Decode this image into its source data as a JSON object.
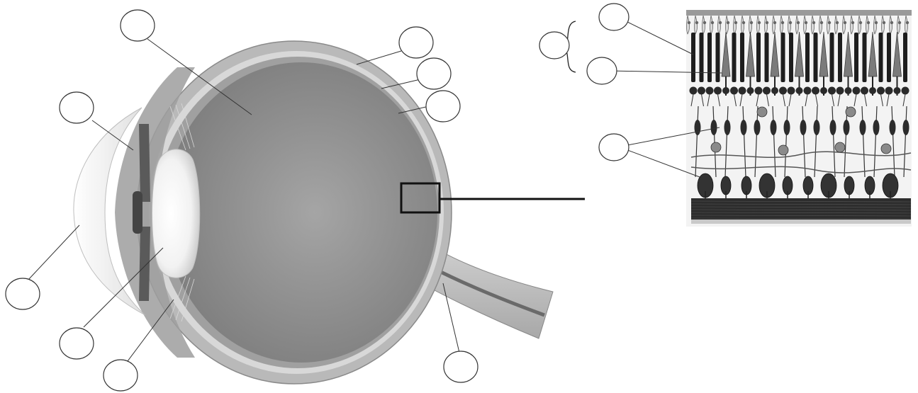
{
  "diagram": {
    "type": "eye-anatomy-worksheet",
    "colors": {
      "background": "#ffffff",
      "sclera": "#b5b5b5",
      "vitreous": "#8f8f8f",
      "lens": "#f6f6f6",
      "nerve": "#c9c9c9",
      "retina_bg": "#eeeeee",
      "ink": "#222222"
    },
    "labels": [
      {
        "id": "vitreous",
        "answer": ""
      },
      {
        "id": "cornea",
        "answer": ""
      },
      {
        "id": "iris",
        "answer": ""
      },
      {
        "id": "lens",
        "answer": ""
      },
      {
        "id": "ciliary",
        "answer": ""
      },
      {
        "id": "sclera",
        "answer": ""
      },
      {
        "id": "choroid",
        "answer": ""
      },
      {
        "id": "retina",
        "answer": ""
      },
      {
        "id": "optic-nerve",
        "answer": ""
      },
      {
        "id": "rods",
        "answer": ""
      },
      {
        "id": "cones",
        "answer": ""
      },
      {
        "id": "photoreceptor-layer",
        "answer": ""
      },
      {
        "id": "neurons",
        "answer": ""
      }
    ]
  }
}
